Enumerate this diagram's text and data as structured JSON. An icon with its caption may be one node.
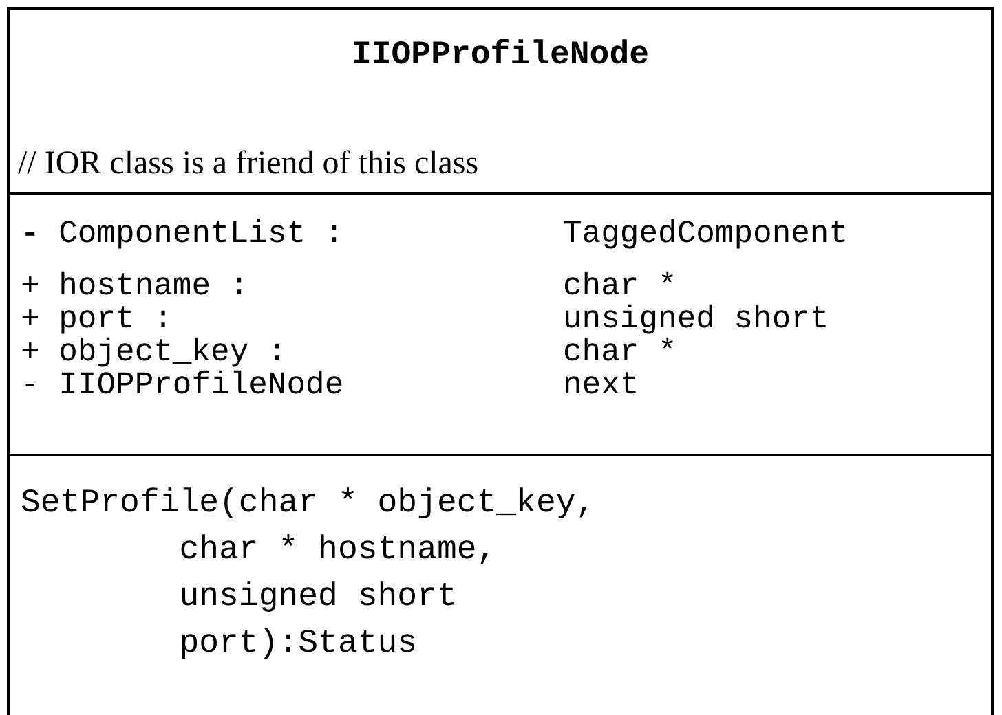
{
  "diagram": {
    "nodes": [
      {
        "text": [
          "IIOPProfileNode",
          "// IOR class is a friend of this class"
        ]
      },
      {
        "text": [
          "**-** ComponentList :",
          "TaggedComponent",
          "+ hostname :",
          "char *",
          "+ port :",
          "unsigned short",
          "+ object_key :",
          "char *",
          "- IIOPProfileNode",
          "next"
        ],
        "in": 0
      },
      {
        "text": [
          "SetProfile(char * object_key, char * hostname, unsigned short port):Status"
        ],
        "in": 0
      }
    ]
  }
}
